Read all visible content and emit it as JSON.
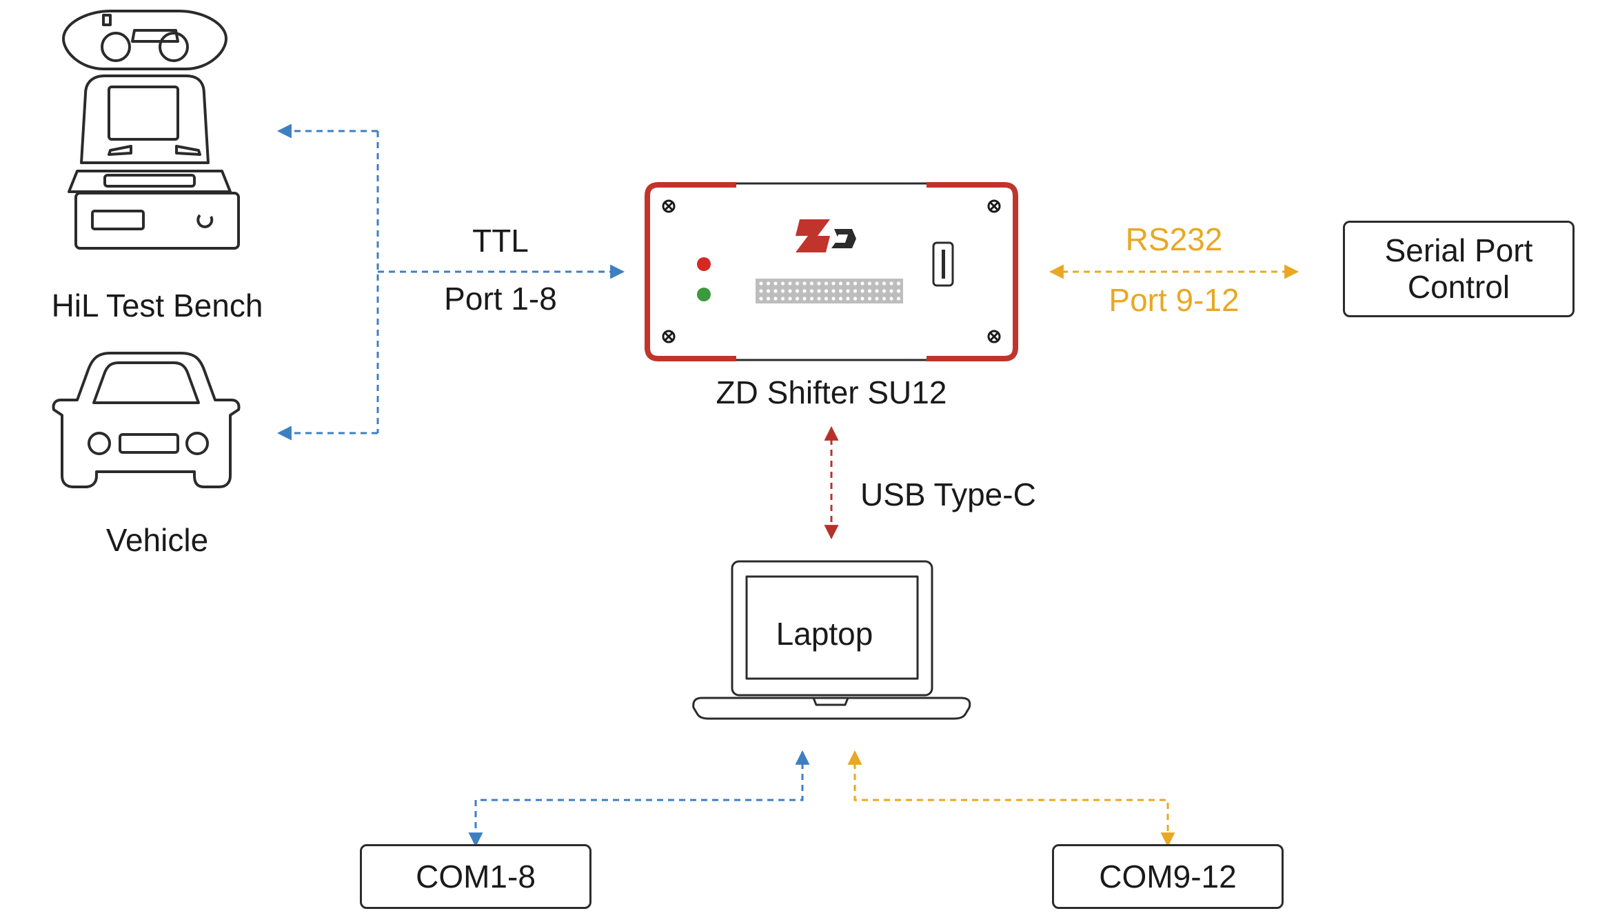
{
  "nodes": {
    "hil": {
      "label": "HiL Test Bench"
    },
    "vehicle": {
      "label": "Vehicle"
    },
    "device": {
      "label": "ZD Shifter SU12"
    },
    "laptop": {
      "label": "Laptop"
    },
    "serial": {
      "line1": "Serial Port",
      "line2": "Control"
    },
    "com_a": {
      "label": "COM1-8"
    },
    "com_b": {
      "label": "COM9-12"
    }
  },
  "links": {
    "ttl": {
      "protocol": "TTL",
      "ports": "Port 1-8",
      "color": "#3d7fc1"
    },
    "rs232": {
      "protocol": "RS232",
      "ports": "Port 9-12",
      "color": "#e8a823"
    },
    "usb": {
      "label": "USB Type-C",
      "color": "#b5322a"
    },
    "com_a_link": {
      "color": "#3d7fc1"
    },
    "com_b_link": {
      "color": "#e8a823"
    }
  },
  "device_colors": {
    "frame": "#c0342b",
    "led_red": "#d42a22",
    "led_green": "#3b9a3b"
  }
}
